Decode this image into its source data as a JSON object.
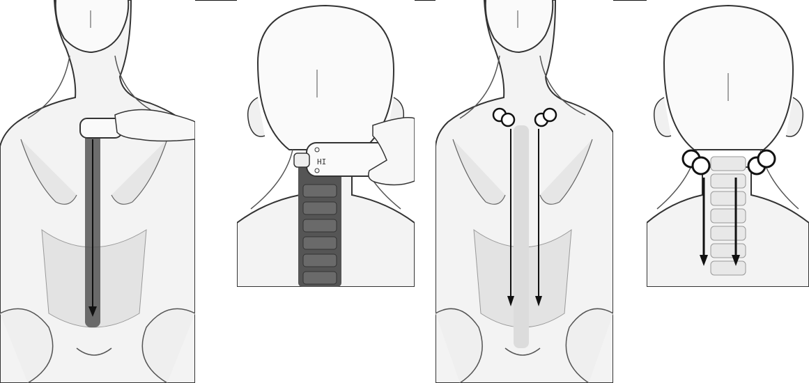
{
  "panels": [
    {
      "id": "p1",
      "description": "back-roller-spine-full"
    },
    {
      "id": "p2",
      "description": "neck-device-cervical"
    },
    {
      "id": "p3",
      "description": "back-dual-rollers"
    },
    {
      "id": "p4",
      "description": "neck-dual-rollers"
    }
  ],
  "device": {
    "display_label": "HI"
  },
  "colors": {
    "outline": "#333333",
    "skin_shade": "#e6e6e6",
    "spine_dark": "#555555",
    "arrow": "#111111"
  }
}
